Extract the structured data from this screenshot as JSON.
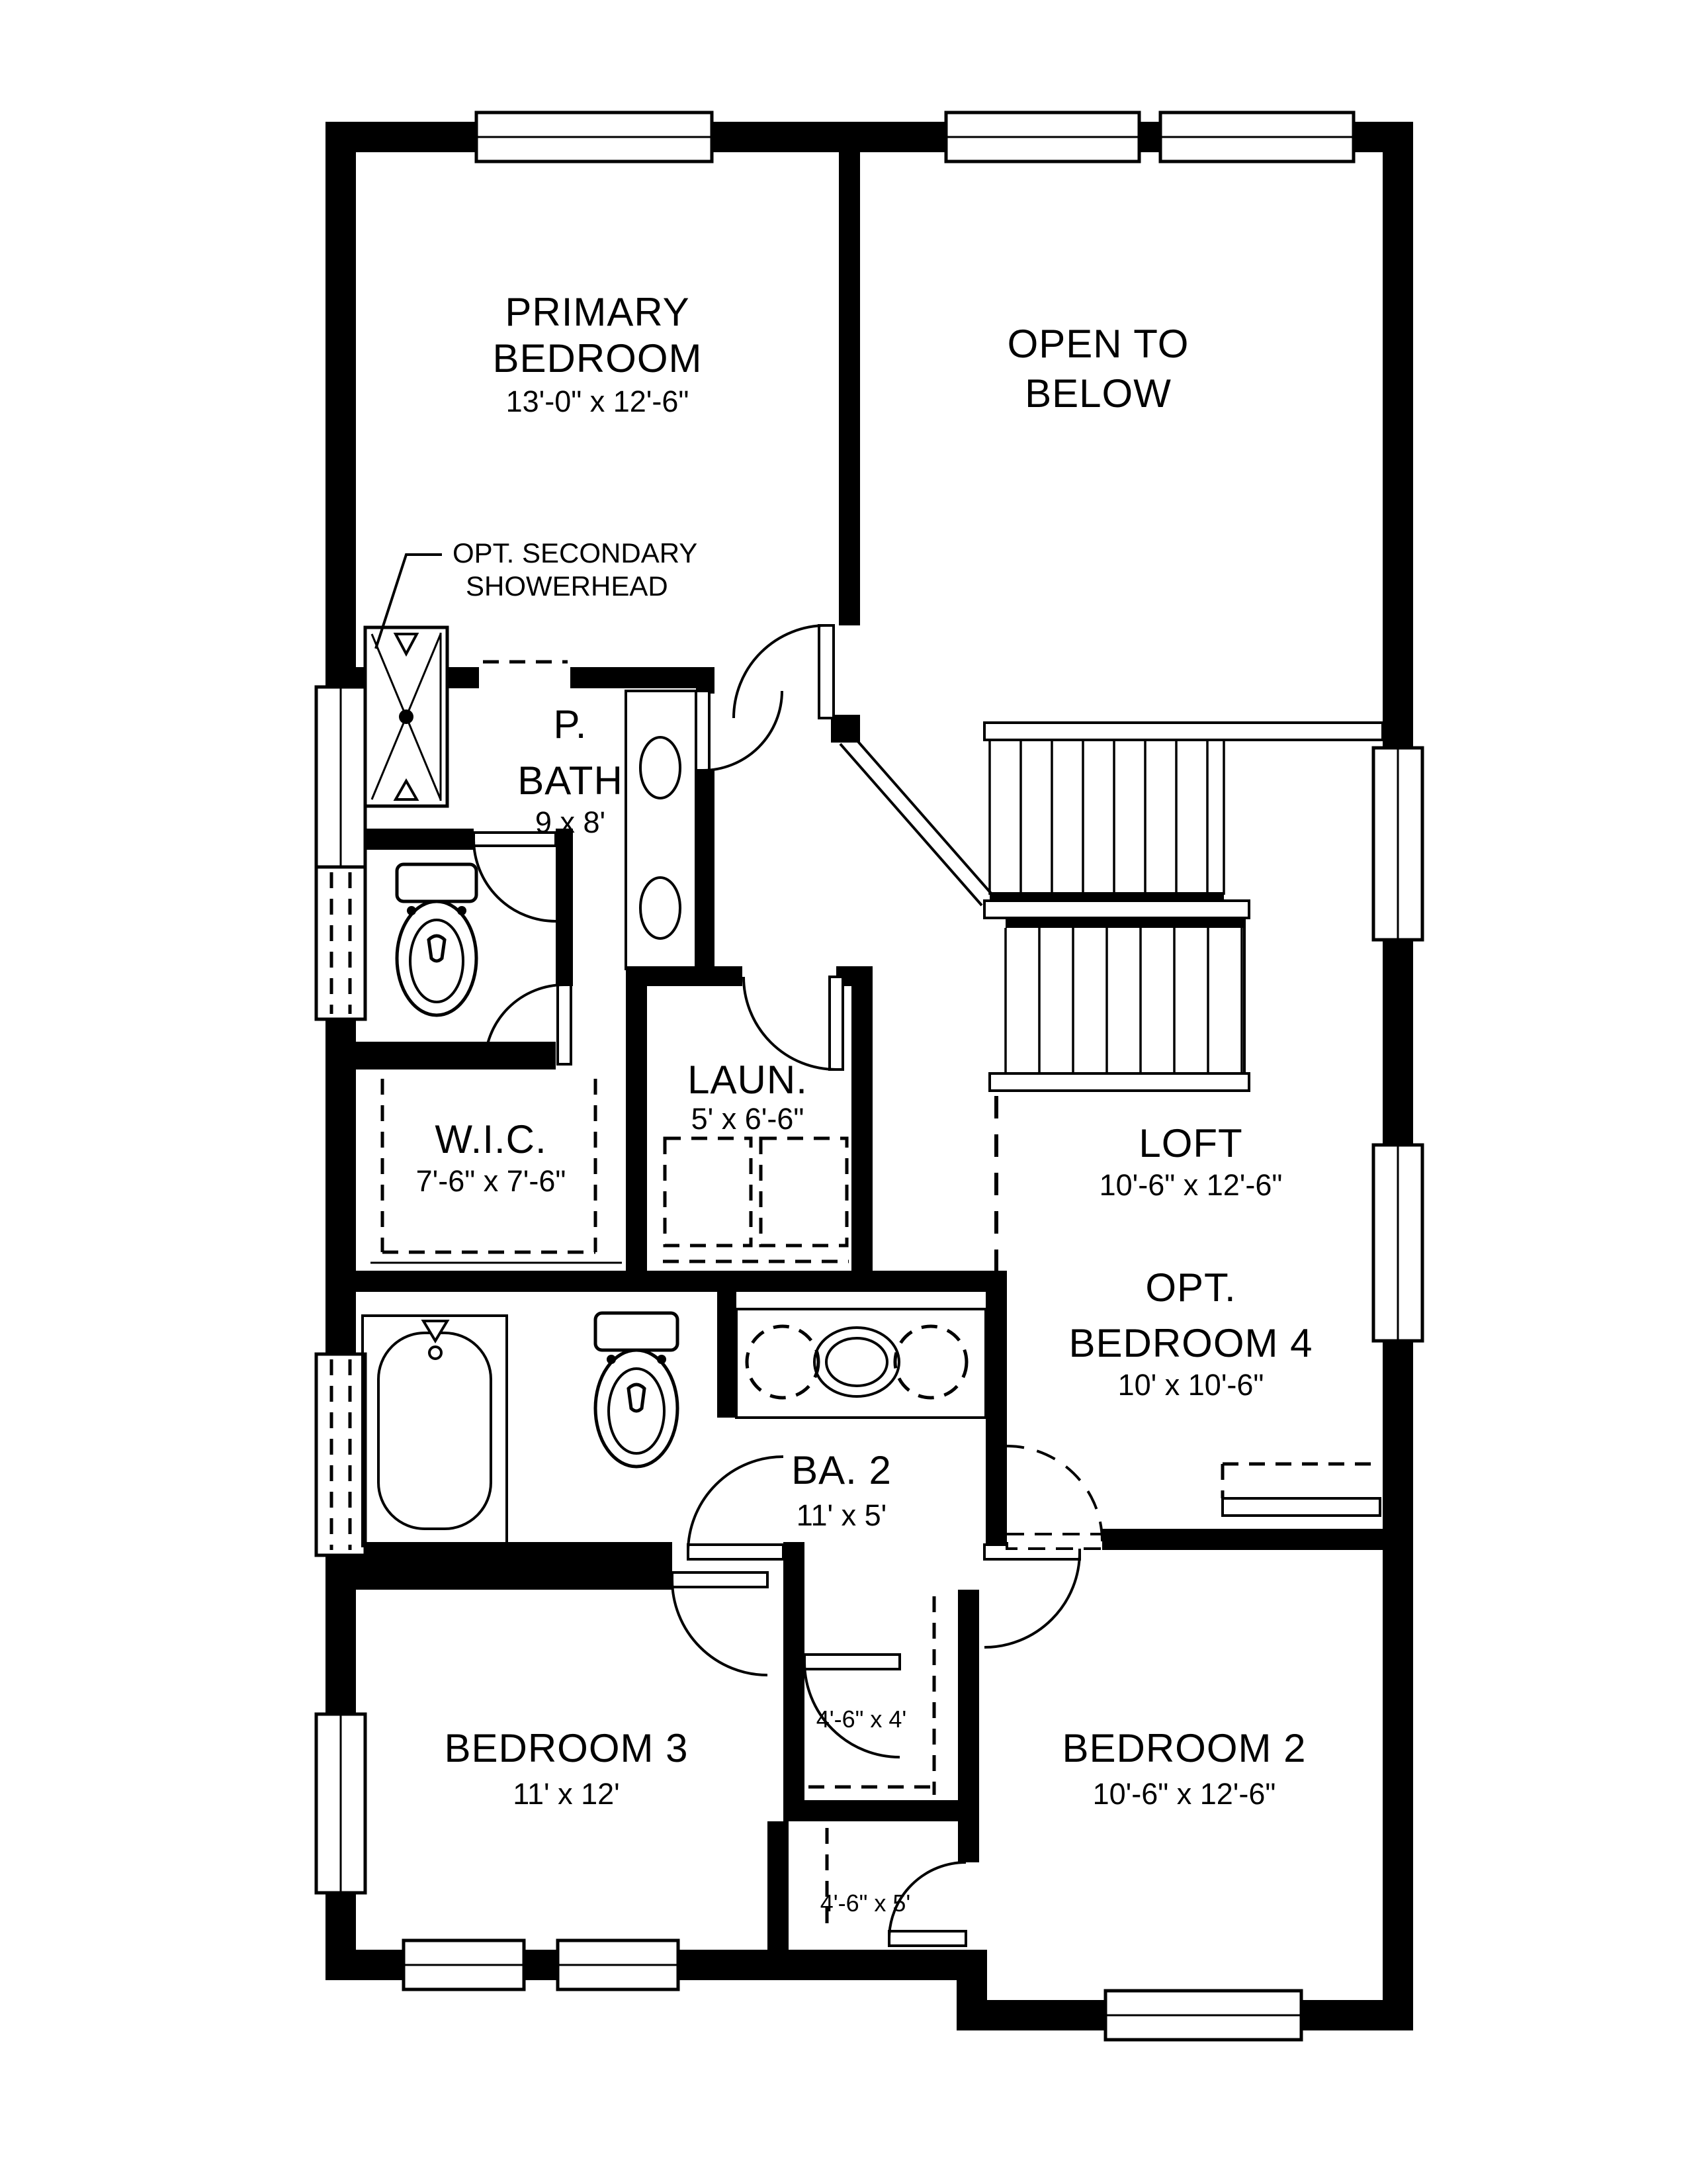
{
  "title": "Second floor plan",
  "colors": {
    "line": "#000000",
    "background": "#ffffff"
  },
  "rooms": {
    "primary_bedroom": {
      "line1": "PRIMARY",
      "line2": "BEDROOM",
      "dims": "13'-0\" x 12'-6\""
    },
    "open_to_below": {
      "line1": "OPEN TO",
      "line2": "BELOW"
    },
    "p_bath": {
      "line1": "P.",
      "line2": "BATH",
      "dims": "9 x 8'"
    },
    "wic": {
      "name": "W.I.C.",
      "dims": "7'-6\" x 7'-6\""
    },
    "laundry": {
      "name": "LAUN.",
      "dims": "5' x 6'-6\""
    },
    "loft": {
      "name": "LOFT",
      "dims": "10'-6\" x 12'-6\""
    },
    "opt_bedroom_4": {
      "line1": "OPT.",
      "line2": "BEDROOM 4",
      "dims": "10' x 10'-6\""
    },
    "bath_2": {
      "name": "BA. 2",
      "dims": "11' x 5'"
    },
    "bedroom_3": {
      "name": "BEDROOM 3",
      "dims": "11' x 12'"
    },
    "bedroom_2": {
      "name": "BEDROOM 2",
      "dims": "10'-6\" x 12'-6\""
    },
    "closet_bedroom_3": {
      "dims": "4'-6\" x 4'"
    },
    "closet_bedroom_2": {
      "dims": "4'-6\" x 5'"
    }
  },
  "annotations": {
    "opt_showerhead_line1": "OPT. SECONDARY",
    "opt_showerhead_line2": "SHOWERHEAD"
  }
}
